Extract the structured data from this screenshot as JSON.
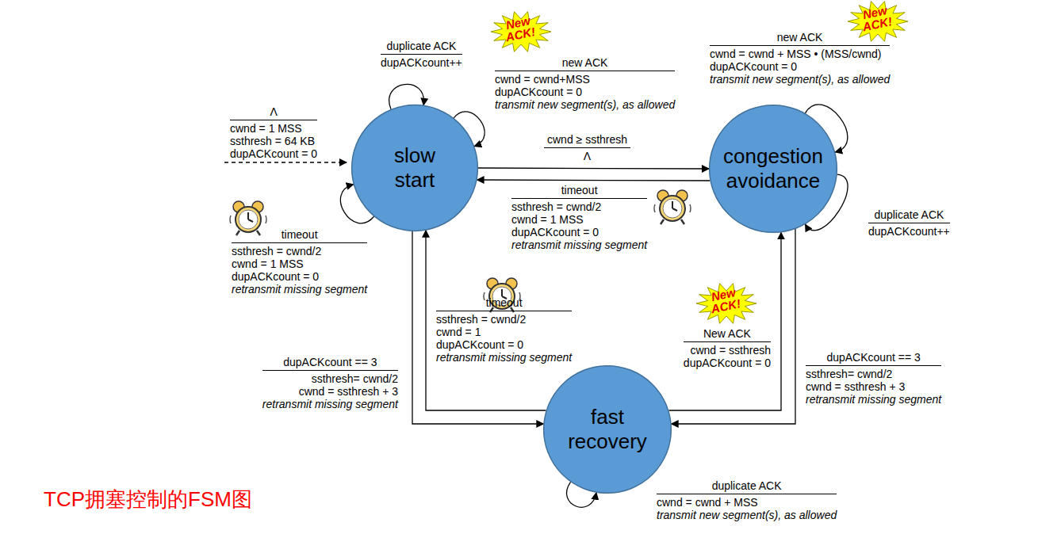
{
  "diagram": {
    "caption": "TCP拥塞控制的FSM图",
    "nodes": [
      {
        "text": [
          "slow start"
        ]
      },
      {
        "text": [
          "congestion avoidance"
        ]
      },
      {
        "text": [
          "fast recovery"
        ]
      }
    ],
    "edges": [
      {
        "from": 0,
        "to": 0,
        "arrow": "to",
        "label": "duplicate ACK"
      },
      {
        "from": 0,
        "to": 0,
        "arrow": "to",
        "label": "new ACK"
      },
      {
        "from": 0,
        "to": 0,
        "arrow": "to",
        "label": "timeout"
      },
      {
        "from": 0,
        "to": 1,
        "arrow": "to",
        "label": "cwnd ≥ ssthresh"
      },
      {
        "from": 1,
        "to": 0,
        "arrow": "to",
        "label": "timeout"
      },
      {
        "from": 1,
        "to": 1,
        "arrow": "to",
        "label": "new ACK"
      },
      {
        "from": 1,
        "to": 1,
        "arrow": "to",
        "label": "duplicate ACK"
      },
      {
        "from": 0,
        "to": 2,
        "arrow": "to",
        "label": "dupACKcount == 3"
      },
      {
        "from": 2,
        "to": 0,
        "arrow": "to",
        "label": "timeout"
      },
      {
        "from": 2,
        "to": 1,
        "arrow": "to",
        "label": "New ACK"
      },
      {
        "from": 1,
        "to": 2,
        "arrow": "to",
        "label": "dupACKcount == 3"
      },
      {
        "from": 2,
        "to": 2,
        "arrow": "to",
        "label": "duplicate ACK"
      }
    ],
    "labels": [
      "Λ",
      "cwnd = 1 MSS",
      "ssthresh = 64 KB",
      "dupACKcount = 0",
      "dupACKcount++",
      "cwnd = cwnd+MSS",
      "dupACKcount = 0",
      "transmit new segment(s), as allowed",
      "ssthresh = cwnd/2",
      "cwnd = 1 MSS",
      "dupACKcount = 0",
      "retransmit missing segment",
      "Λ",
      "ssthresh = cwnd/2",
      "cwnd = 1 MSS",
      "dupACKcount = 0",
      "retransmit missing segment",
      "cwnd = cwnd + MSS • (MSS/cwnd)",
      "dupACKcount = 0",
      "transmit new segment(s), as allowed",
      "dupACKcount++",
      "ssthresh= cwnd/2",
      "cwnd = ssthresh + 3",
      "retransmit missing segment",
      "ssthresh = cwnd/2",
      "cwnd = 1",
      "dupACKcount = 0",
      "retransmit missing segment",
      "cwnd = ssthresh",
      "dupACKcount = 0",
      "ssthresh= cwnd/2",
      "cwnd = ssthresh + 3",
      "retransmit missing segment",
      "cwnd = cwnd + MSS",
      "transmit new segment(s), as allowed",
      "New ACK!",
      "New ACK!",
      "New ACK!"
    ]
  }
}
